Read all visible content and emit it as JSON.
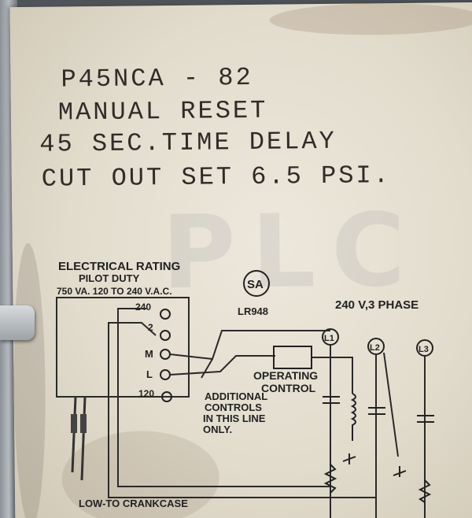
{
  "typed_label": {
    "line1": "P45NCA - 82",
    "line2": "MANUAL RESET",
    "line3": "45 SEC.TIME DELAY",
    "line4": "CUT OUT SET 6.5 PSI."
  },
  "diagram": {
    "rating_title": "ELECTRICAL RATING",
    "rating_sub": "PILOT DUTY",
    "rating_values": "750 VA. 120 TO 240 V.A.C.",
    "cert_mark": "SA",
    "cert_code": "LR948",
    "supply": "240 V,3 PHASE",
    "terminals": [
      "240",
      "2",
      "M",
      "L",
      "120"
    ],
    "lines": [
      "L1",
      "L2",
      "L3"
    ],
    "operating_control": [
      "OPERATING",
      "CONTROL"
    ],
    "additional_controls": [
      "ADDITIONAL",
      "CONTROLS",
      "IN THIS LINE",
      "ONLY."
    ],
    "bottom_note": "LOW-TO CRANKCASE"
  },
  "watermark": "PLC",
  "colors": {
    "paper": "#e6e0d2",
    "ink": "#2f2c28",
    "metal": "#8a9096"
  }
}
